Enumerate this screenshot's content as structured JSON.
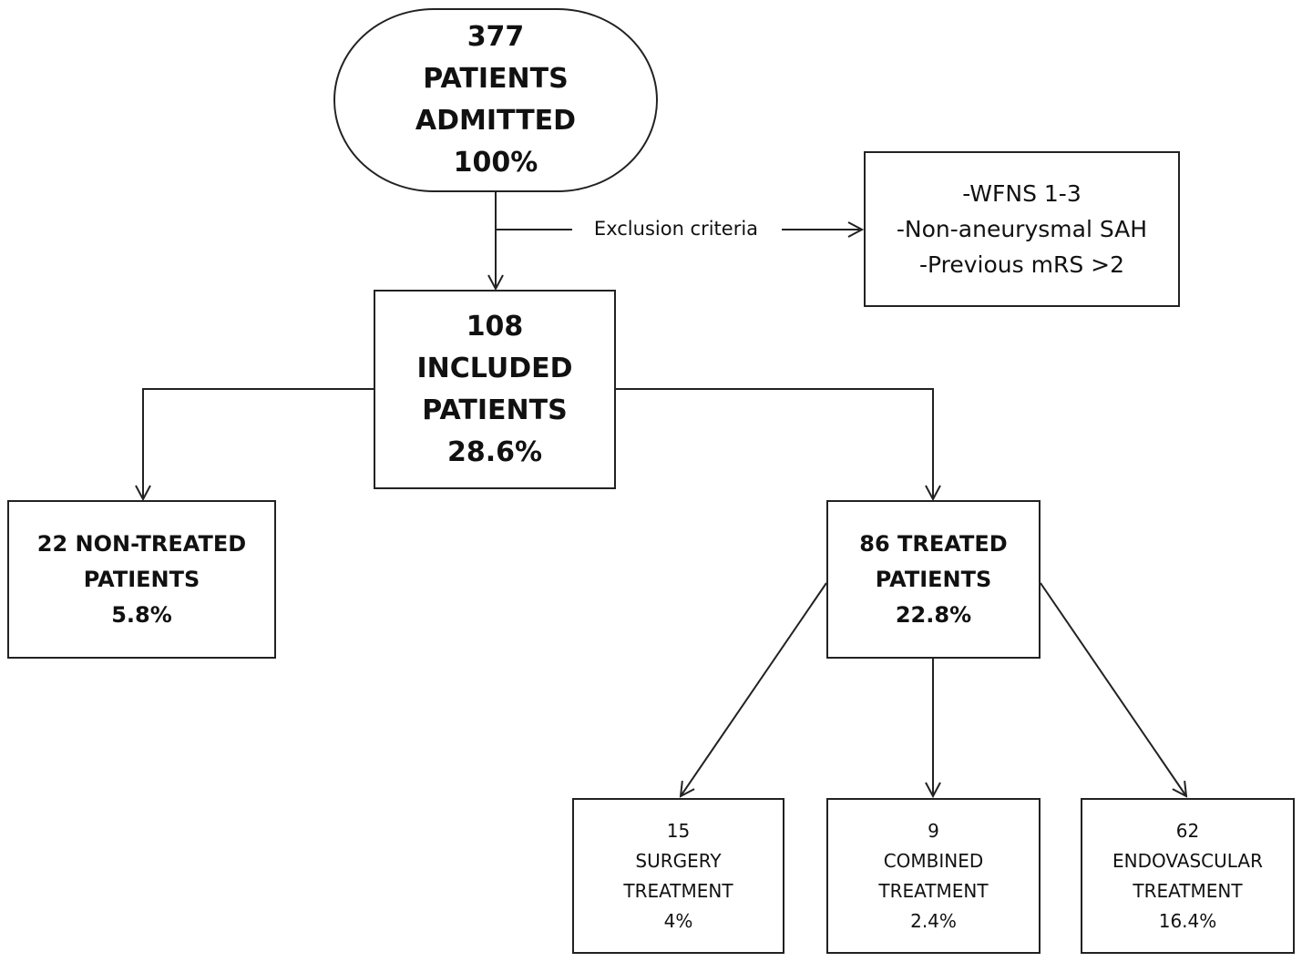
{
  "colors": {
    "stroke": "#222222",
    "text": "#111111",
    "background": "#ffffff"
  },
  "admitted": {
    "count": "377",
    "label": "PATIENTS",
    "status": "ADMITTED",
    "percent": "100%"
  },
  "exclusion": {
    "arrow_label": "Exclusion criteria",
    "criteria": [
      "-WFNS 1-3",
      "-Non-aneurysmal SAH",
      "-Previous mRS >2"
    ]
  },
  "included": {
    "count": "108",
    "line1": "INCLUDED",
    "line2": "PATIENTS",
    "percent": "28.6%"
  },
  "non_treated": {
    "line1": "22 NON-TREATED",
    "line2": "PATIENTS",
    "percent": "5.8%"
  },
  "treated": {
    "line1": "86 TREATED",
    "line2": "PATIENTS",
    "percent": "22.8%"
  },
  "treatments": [
    {
      "count": "15",
      "line1": "SURGERY",
      "line2": "TREATMENT",
      "percent": "4%"
    },
    {
      "count": "9",
      "line1": "COMBINED",
      "line2": "TREATMENT",
      "percent": "2.4%"
    },
    {
      "count": "62",
      "line1": "ENDOVASCULAR",
      "line2": "TREATMENT",
      "percent": "16.4%"
    }
  ]
}
